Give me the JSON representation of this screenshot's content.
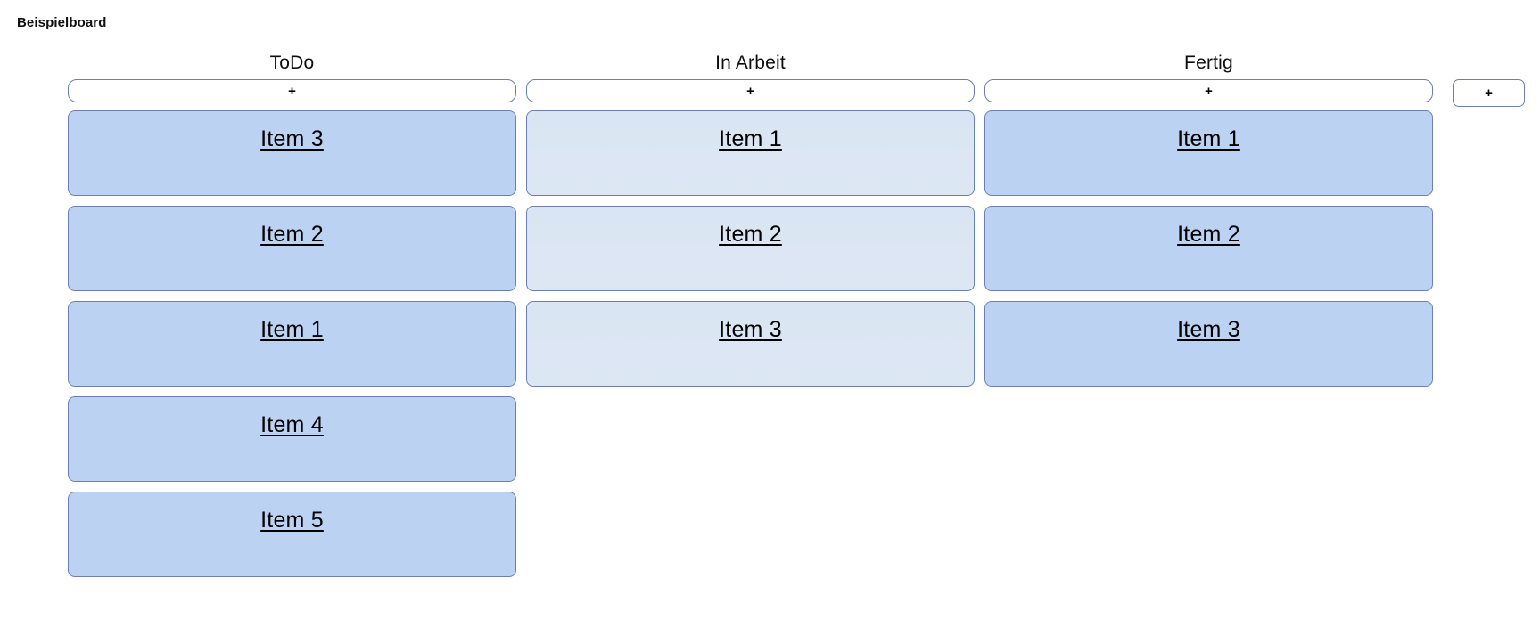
{
  "board": {
    "title": "Beispielboard",
    "add_column_label": "+",
    "accent_border_color": "#6b7fb5",
    "card_solid_color": "#bcd2f2",
    "card_light_color": "#dce6f3"
  },
  "columns": [
    {
      "name": "ToDo",
      "add_card_label": "+",
      "card_tone": "solid",
      "cards": [
        {
          "title": "Item 3"
        },
        {
          "title": "Item 2"
        },
        {
          "title": "Item 1"
        },
        {
          "title": "Item 4"
        },
        {
          "title": "Item 5"
        }
      ]
    },
    {
      "name": "In Arbeit",
      "add_card_label": "+",
      "card_tone": "light",
      "cards": [
        {
          "title": "Item 1"
        },
        {
          "title": "Item 2"
        },
        {
          "title": "Item 3"
        }
      ]
    },
    {
      "name": "Fertig",
      "add_card_label": "+",
      "card_tone": "solid",
      "cards": [
        {
          "title": "Item 1"
        },
        {
          "title": "Item 2"
        },
        {
          "title": "Item 3"
        }
      ]
    }
  ]
}
